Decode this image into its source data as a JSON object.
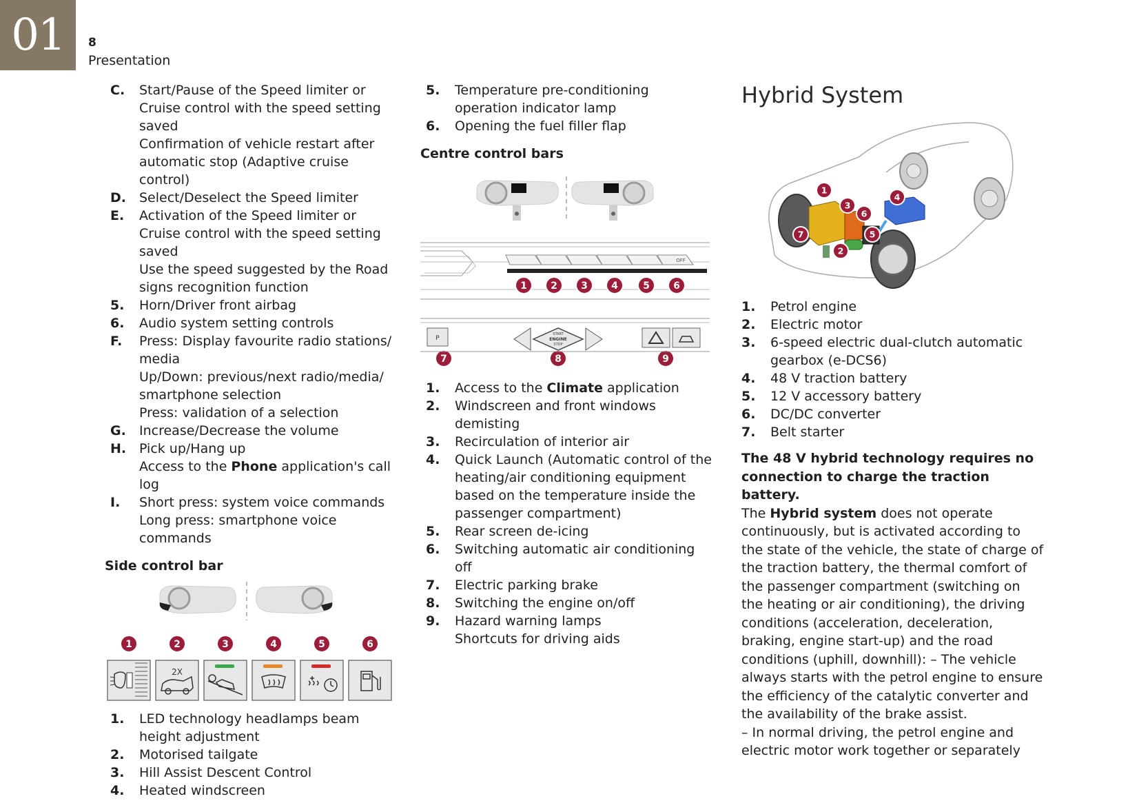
{
  "header": {
    "chapter": "01",
    "page_number": "8",
    "section": "Presentation"
  },
  "col1": {
    "items_top": [
      {
        "num": "C.",
        "lines": [
          "Start/Pause of the Speed limiter or Cruise control with the speed setting saved",
          "Confirmation of vehicle restart after automatic stop (Adaptive cruise control)"
        ]
      },
      {
        "num": "D.",
        "lines": [
          "Select/Deselect the Speed limiter"
        ]
      },
      {
        "num": "E.",
        "lines": [
          "Activation of the Speed limiter or Cruise control with the speed setting saved",
          "Use the speed suggested by the Road signs recognition function"
        ]
      },
      {
        "num": "5.",
        "lines": [
          "Horn/Driver front airbag"
        ]
      },
      {
        "num": "6.",
        "lines": [
          "Audio system setting controls"
        ]
      },
      {
        "num": "F.",
        "lines": [
          "Press: Display favourite radio stations/ media",
          "Up/Down: previous/next radio/media/ smartphone selection",
          "Press: validation of a selection"
        ]
      },
      {
        "num": "G.",
        "lines": [
          "Increase/Decrease the volume"
        ]
      },
      {
        "num": "H.",
        "lines": [
          "Pick up/Hang up"
        ]
      }
    ],
    "h_access_pre": "Access to the ",
    "h_access_bold": "Phone",
    "h_access_post": " application's call log",
    "item_i": {
      "num": "I.",
      "lines": [
        "Short press: system voice commands",
        "Long press: smartphone voice commands"
      ]
    },
    "side_title": "Side control bar",
    "side_badges": [
      "1",
      "2",
      "3",
      "4",
      "5",
      "6"
    ],
    "side_btn2_label": "2X",
    "side_list": [
      {
        "num": "1.",
        "text": "LED technology headlamps beam height adjustment"
      },
      {
        "num": "2.",
        "text": "Motorised tailgate"
      },
      {
        "num": "3.",
        "text": "Hill Assist Descent Control"
      },
      {
        "num": "4.",
        "text": "Heated windscreen"
      }
    ]
  },
  "col2": {
    "items_top": [
      {
        "num": "5.",
        "text": "Temperature pre-conditioning operation indicator lamp"
      },
      {
        "num": "6.",
        "text": "Opening the fuel filler flap"
      }
    ],
    "centre_title": "Centre control bars",
    "centre_badges": [
      "1",
      "2",
      "3",
      "4",
      "5",
      "6"
    ],
    "centre_badges_lower": [
      "7",
      "8",
      "9"
    ],
    "centre_btn_labels": [
      "START",
      "ENGINE",
      "STOP",
      "OFF",
      "P"
    ],
    "centre_list": [
      {
        "num": "1.",
        "pre": "Access to the ",
        "bold": "Climate",
        "post": " application"
      },
      {
        "num": "2.",
        "pre": "Windscreen and front windows demisting",
        "bold": "",
        "post": ""
      },
      {
        "num": "3.",
        "pre": "Recirculation of interior air",
        "bold": "",
        "post": ""
      },
      {
        "num": "4.",
        "pre": "Quick Launch (Automatic control of the heating/air conditioning equipment based on the temperature inside the passenger compartment)",
        "bold": "",
        "post": ""
      },
      {
        "num": "5.",
        "pre": "Rear screen de-icing",
        "bold": "",
        "post": ""
      },
      {
        "num": "6.",
        "pre": "Switching automatic air conditioning off",
        "bold": "",
        "post": ""
      },
      {
        "num": "7.",
        "pre": "Electric parking brake",
        "bold": "",
        "post": ""
      },
      {
        "num": "8.",
        "pre": "Switching the engine on/off",
        "bold": "",
        "post": ""
      },
      {
        "num": "9.",
        "pre": "Hazard warning lamps",
        "bold": "",
        "post": ""
      }
    ],
    "shortcuts": "Shortcuts for driving aids"
  },
  "col3": {
    "title": "Hybrid System",
    "badges": [
      "1",
      "2",
      "3",
      "4",
      "5",
      "6",
      "7"
    ],
    "list": [
      {
        "num": "1.",
        "text": "Petrol engine"
      },
      {
        "num": "2.",
        "text": "Electric motor"
      },
      {
        "num": "3.",
        "text": "6-speed electric dual-clutch automatic gearbox (e-DCS6)"
      },
      {
        "num": "4.",
        "text": "48 V traction battery"
      },
      {
        "num": "5.",
        "text": "12 V accessory battery"
      },
      {
        "num": "6.",
        "text": "DC/DC converter"
      },
      {
        "num": "7.",
        "text": "Belt starter"
      }
    ],
    "bold_para": "The 48 V hybrid technology requires no connection to charge the traction battery.",
    "p_pre": "The ",
    "p_bold": "Hybrid system",
    "p_post": " does not operate continuously, but is activated according to the state of the vehicle, the state of charge of the traction battery, the thermal comfort of the passenger compartment (switching on the heating or air conditioning), the driving conditions (acceleration, deceleration, braking, engine start-up) and the road conditions (uphill, downhill): – The vehicle always starts with the petrol engine to ensure the efficiency of the catalytic converter and the availability of the brake assist.",
    "p_last": "– In normal driving, the petrol engine and electric motor work together or separately"
  },
  "colors": {
    "chapter_tab": "#857865",
    "badge": "#9c1c3a",
    "engine": "#e3b21c",
    "gearbox": "#e06a1c",
    "motor": "#4aa84a",
    "battery": "#3f6fd6"
  }
}
